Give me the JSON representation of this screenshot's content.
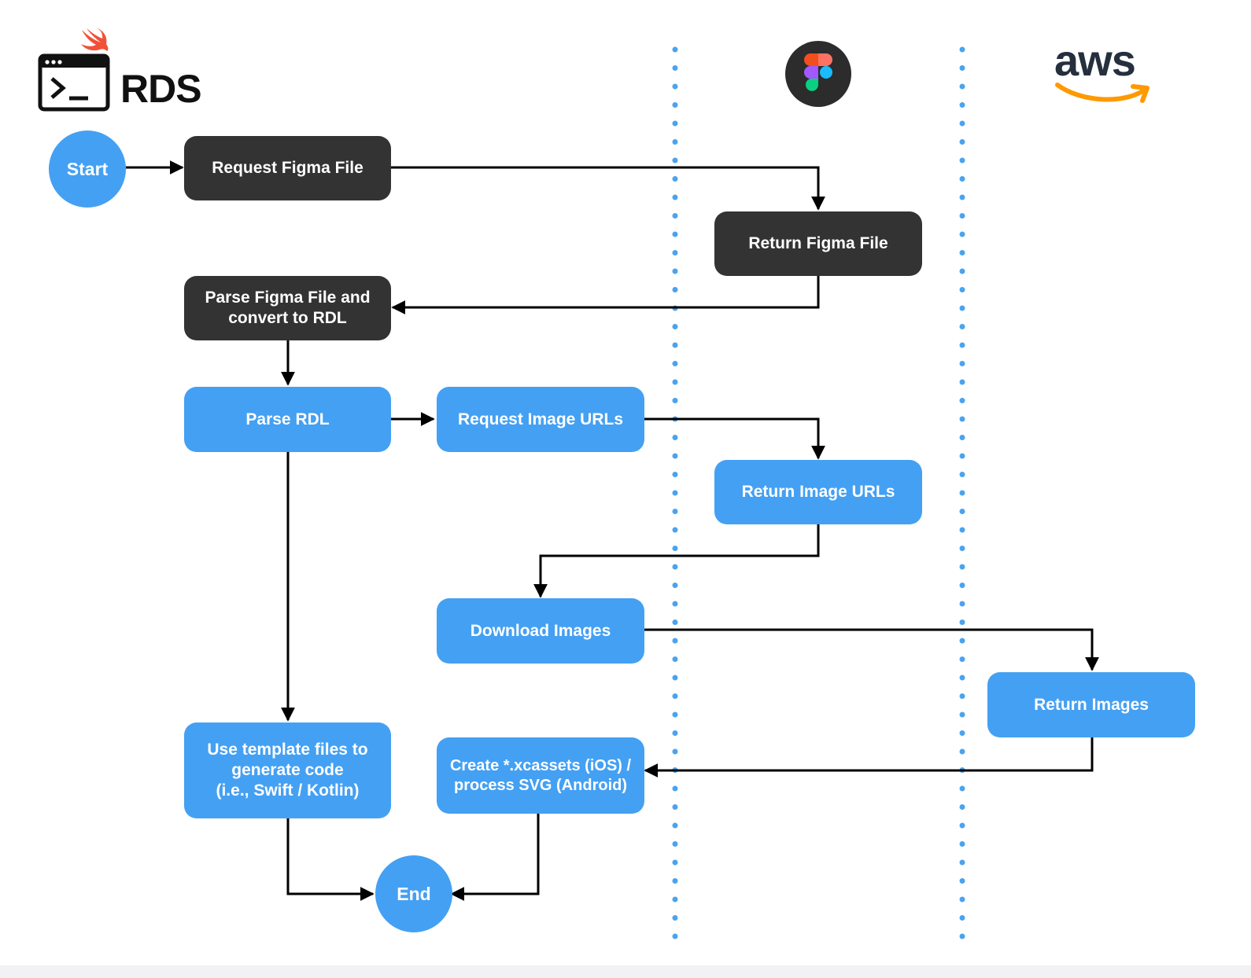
{
  "header": {
    "title": "RDS",
    "aws_wordmark": "aws",
    "icons": {
      "terminal": "terminal-window-icon",
      "swift": "swift-bird-icon",
      "figma": "figma-logo-icon",
      "aws_smile": "aws-smile-arrow-icon"
    }
  },
  "nodes": {
    "start": "Start",
    "request_figma_file": "Request Figma File",
    "return_figma_file": "Return Figma File",
    "parse_figma_file": "Parse Figma File and\nconvert to RDL",
    "parse_rdl": "Parse RDL",
    "request_image_urls": "Request Image URLs",
    "return_image_urls": "Return Image URLs",
    "download_images": "Download Images",
    "return_images": "Return Images",
    "use_template_files": "Use template files to\ngenerate code\n(i.e., Swift / Kotlin)",
    "create_xcassets": "Create *.xcassets (iOS) /\nprocess SVG (Android)",
    "end": "End"
  },
  "colors": {
    "dark_node": "#333333",
    "blue_node": "#44a0f3",
    "lane_divider": "#4aa3ef",
    "arrow": "#000000",
    "swift_orange": "#f05138",
    "aws_orange": "#ff9900",
    "aws_text": "#252f3e"
  }
}
